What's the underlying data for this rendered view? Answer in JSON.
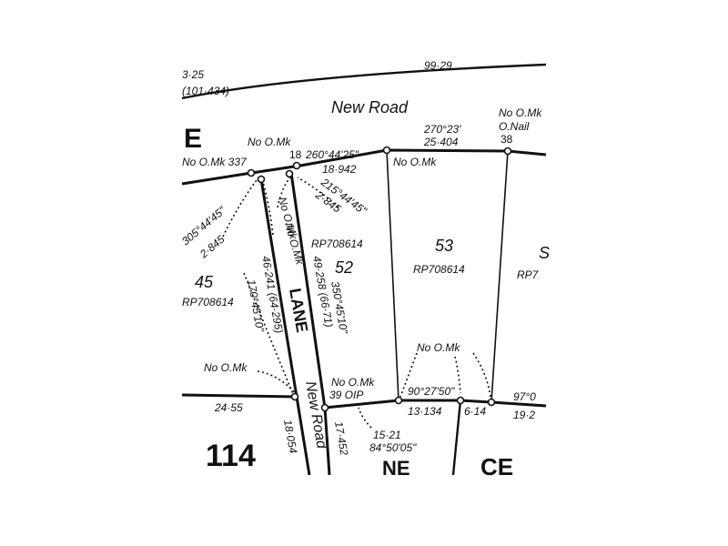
{
  "header_frag": {
    "a": "3·25",
    "b": "(101·434)",
    "c": "99·29"
  },
  "road_top": "New Road",
  "road_side": "New Road",
  "lane": "LANE",
  "partial": {
    "e": "E",
    "s": "S",
    "rp": "RP7",
    "ce": "CE",
    "ne": "NE"
  },
  "marks": {
    "nomk_top": "No O.Mk",
    "mk18": "18",
    "mk337": "No O.Mk 337",
    "nomk_right": "No O.Mk",
    "nomk_corner": "No O.Mk",
    "onail": "O.Nail",
    "mk38": "38",
    "nomk_lane1": "No O.Mk",
    "nomk_lane2": "No O.Mk",
    "nomk_left": "No O.Mk",
    "nomk_39": "No O.Mk",
    "oip_39": "39 OIP",
    "nomk_bottom": "No O.Mk"
  },
  "bearings": {
    "b1": "260°44'25\"",
    "b1_len": "18·942",
    "b2": "270°23'",
    "b2_len": "25·404",
    "b3": "215°44'45\"",
    "b3_len": "2·845",
    "b4": "305°44'45\"",
    "b4_len": "2·845",
    "b5": "350°45'10\"",
    "b5_len": "49·258 (66·71)",
    "b6": "170°45'10\"",
    "b6_len": "46·241 (64·295)",
    "b7": "90°27'50\"",
    "b7_len": "13·134",
    "b7_len2": "6·14",
    "b8": "97°0",
    "b8_len": "19·2",
    "b9_len": "24·55",
    "b10_len": "18·054",
    "b11_len": "17·452",
    "b12_len": "15·21",
    "b12": "84°50'05\""
  },
  "lots": {
    "lot45": "45",
    "lot45_plan": "RP708614",
    "lot52": "52",
    "lot52_plan": "RP708614",
    "lot53": "53",
    "lot53_plan": "RP708614",
    "lot114": "114"
  }
}
